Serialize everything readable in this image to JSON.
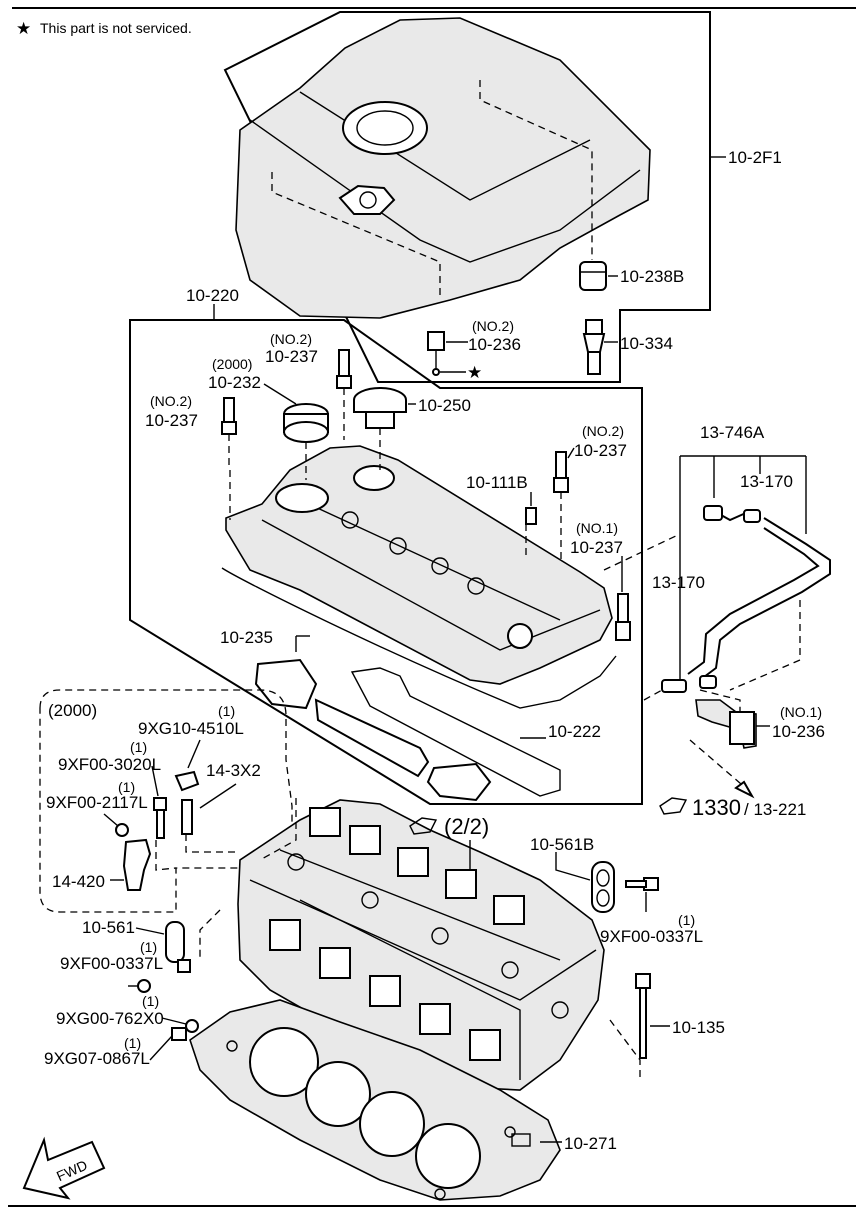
{
  "note": {
    "star": "★",
    "text": "This part is not serviced."
  },
  "labels": {
    "l_10_2F1": "10-2F1",
    "l_10_238B": "10-238B",
    "l_10_334": "10-334",
    "l_10_236_no2_tag": "(NO.2)",
    "l_10_236_no2": "10-236",
    "l_star2": "★",
    "l_10_220": "10-220",
    "l_237a_tag": "(NO.2)",
    "l_237a": "10-237",
    "l_232_tag": "(2000)",
    "l_232": "10-232",
    "l_237b_tag": "(NO.2)",
    "l_237b": "10-237",
    "l_10_250": "10-250",
    "l_237c_tag": "(NO.2)",
    "l_237c": "10-237",
    "l_10_111B": "10-111B",
    "l_237d_tag": "(NO.1)",
    "l_237d": "10-237",
    "l_13_746A": "13-746A",
    "l_13_170a": "13-170",
    "l_13_170b": "13-170",
    "l_10_235": "10-235",
    "l_10_222": "10-222",
    "l_236no1_tag": "(NO.1)",
    "l_236no1": "10-236",
    "l_2000box": "(2000)",
    "l_9XG10_qty": "(1)",
    "l_9XG10": "9XG10-4510L",
    "l_9XF00_3020_qty": "(1)",
    "l_9XF00_3020": "9XF00-3020L",
    "l_14_3X2": "14-3X2",
    "l_9XF00_2117_qty": "(1)",
    "l_9XF00_2117": "9XF00-2117L",
    "l_14_420": "14-420",
    "l_1330": "1330",
    "l_13_221": "/ 13-221",
    "l_22": "(2/2)",
    "l_10_561B": "10-561B",
    "l_9XF00_0337R_qty": "(1)",
    "l_9XF00_0337R": "9XF00-0337L",
    "l_10_561": "10-561",
    "l_9XF00_0337_qty": "(1)",
    "l_9XF00_0337": "9XF00-0337L",
    "l_9XG00_qty": "(1)",
    "l_9XG00": "9XG00-762X0",
    "l_9XG07_qty": "(1)",
    "l_9XG07": "9XG07-0867L",
    "l_10_135": "10-135",
    "l_10_271": "10-271",
    "l_fwd": "FWD"
  }
}
